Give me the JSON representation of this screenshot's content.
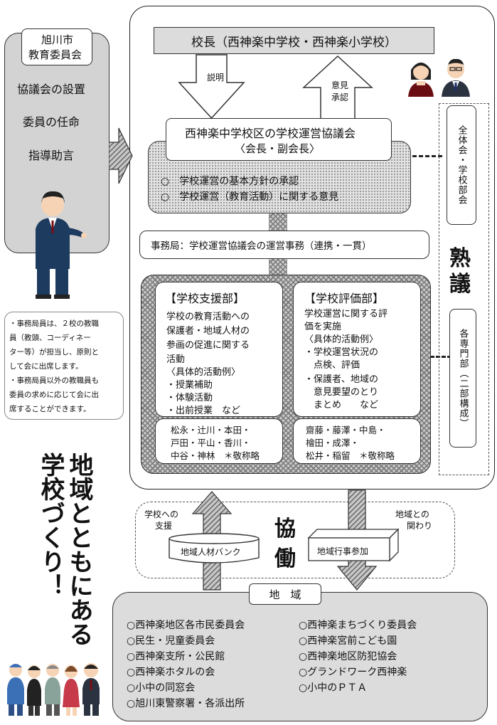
{
  "board": {
    "title_line1": "旭川市",
    "title_line2": "教育委員会",
    "items": [
      "協議会の設置",
      "委員の任命",
      "指導助言"
    ]
  },
  "note": {
    "lines": [
      "・事務局員は、２校の教職",
      "員（教頭、コーディネー",
      "ター等）が担当し、原則と",
      "して会に出席します。",
      "・事務局員以外の教職員も",
      "委員の求めに応じて会に出",
      "席することができます。"
    ]
  },
  "principal": "校長（西神楽中学校・西神楽小学校）",
  "arrow_down_label": "説明",
  "arrow_up_label_1": "意見",
  "arrow_up_label_2": "承認",
  "council": {
    "title_line1": "西神楽中学校区の学校運営協議会",
    "title_line2": "〈会長・副会長〉",
    "item1": "○　学校運営の基本方針の承認",
    "item2": "○　学校運営（教育活動）に関する意見"
  },
  "jukugi": {
    "all_meeting": "全体会・学校部会",
    "big_line1": "熟",
    "big_line2": "議",
    "dept": "各専門部（二部構成）"
  },
  "secretariat": "事務局：学校運営協議会の運営事務（連携・一貫）",
  "support": {
    "title": "【学校支援部】",
    "lines": [
      "学校の教育活動への",
      "保護者・地域人材の",
      "参画の促進に関する",
      "活動",
      "〈具体的活動例〉",
      "・授業補助",
      "・体験活動",
      "・出前授業　など"
    ],
    "members": [
      "松永・辻川・本田・",
      "戸田・平山・香川・",
      "中谷・神林　＊敬称略"
    ]
  },
  "evaluation": {
    "title": "【学校評価部】",
    "lines": [
      "学校運営に関する評",
      "価を実施",
      "〈具体的活動例〉",
      "・学校運営状況の",
      "　点検、評価",
      "・保護者、地域の",
      "　意見要望のとり",
      "　まとめ　　など"
    ],
    "members": [
      "齋藤・藤澤・中島・",
      "檜田・成澤・",
      "松井・稲留　＊敬称略"
    ]
  },
  "collab": {
    "left_label_1": "学校への",
    "left_label_2": "支援",
    "right_label_1": "地域との",
    "right_label_2": "関わり",
    "bank": "地域人材バンク",
    "event": "地域行事参加",
    "big_line1": "協",
    "big_line2": "働"
  },
  "slogan_col1": "地域とともにある",
  "slogan_col2": "学校づくり！",
  "community": {
    "title": "地　域",
    "left": [
      "○西神楽地区各市民委員会",
      "○民生・児童委員会",
      "○西神楽支所・公民館",
      "○西神楽ホタルの会",
      "○小中の同窓会",
      "○旭川東警察署・各派出所"
    ],
    "right": [
      "○西神楽まちづくり委員会",
      "○西神楽宮前こども園",
      "○西神楽地区防犯協会",
      "○グランドワーク西神楽",
      "○小中のＰＴＡ"
    ]
  }
}
